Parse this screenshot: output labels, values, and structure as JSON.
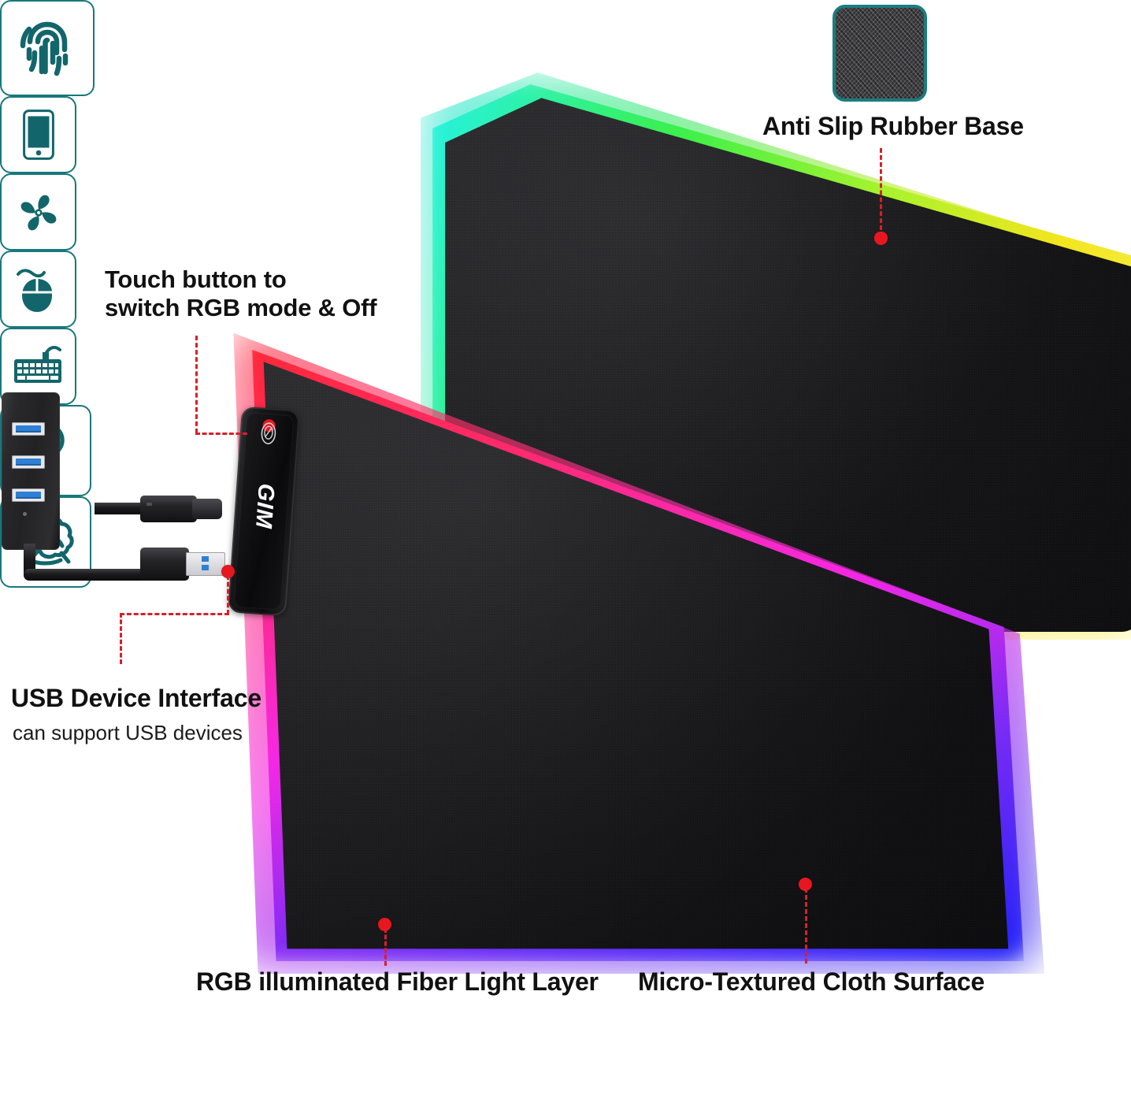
{
  "product": {
    "brand": "GIM",
    "type": "RGB Gaming Mouse Pad Infographic"
  },
  "colors": {
    "teal": "#17787d",
    "callout_red": "#d7202a",
    "dot_red": "#e8161f",
    "text": "#111111",
    "background": "#ffffff",
    "pad_black": "#1d1d20",
    "rgb_cyan": "#2fe8e0",
    "rgb_green": "#49e83c",
    "rgb_yellow": "#ece32a",
    "rgb_red": "#ef2b3a",
    "rgb_magenta": "#ea2ce0",
    "rgb_blue": "#2b2ef0"
  },
  "callouts": [
    {
      "id": "touch-button",
      "icon": "fingerprint-icon",
      "title": "Touch button to\nswitch RGB mode & Off"
    },
    {
      "id": "anti-slip",
      "icon": "rubber-texture-swatch",
      "title": "Anti Slip Rubber Base"
    },
    {
      "id": "usb-interface",
      "title": "USB Device Interface",
      "subtitle": "can support USB devices",
      "supported_devices": [
        {
          "name": "smartphone",
          "icon": "phone-icon"
        },
        {
          "name": "fan",
          "icon": "fan-icon"
        },
        {
          "name": "mouse",
          "icon": "mouse-icon"
        },
        {
          "name": "keyboard",
          "icon": "keyboard-icon"
        }
      ]
    },
    {
      "id": "fiber-light",
      "icon": "lightbulb-icon",
      "title": "RGB illuminated Fiber Light Layer"
    },
    {
      "id": "cloth-surface",
      "icon": "cloth-icon",
      "title": "Micro-Textured Cloth Surface"
    }
  ],
  "hardware": {
    "usb_hub": {
      "name": "usb-hub",
      "port_count": 3
    },
    "controller_logo": "GIM",
    "touch_button": "touch-sensor-button",
    "usb_a_connector": "usb-a-connector",
    "usb_b_connector": "usb-b-connector"
  }
}
